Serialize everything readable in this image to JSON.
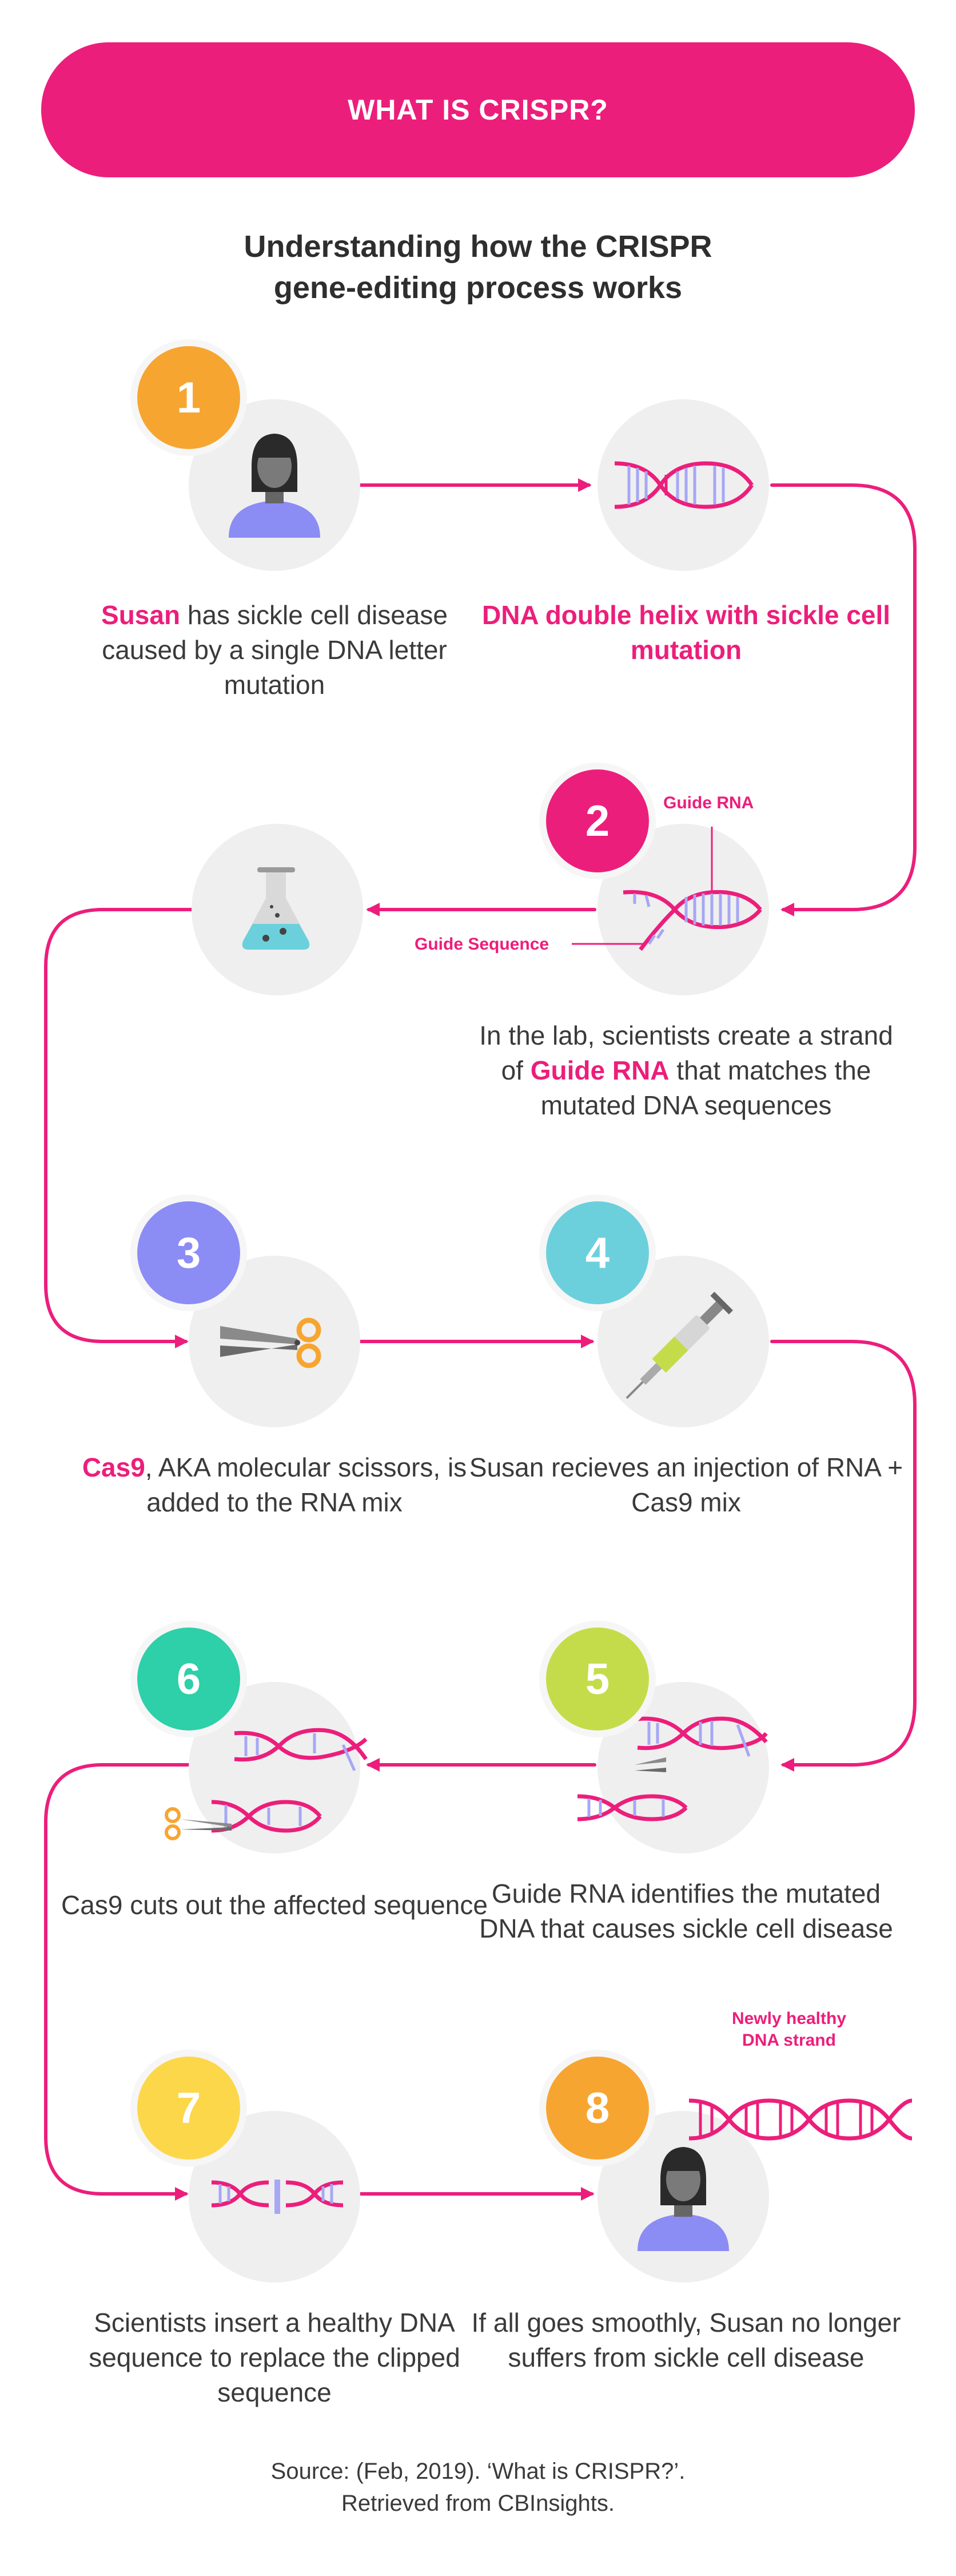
{
  "header": {
    "title": "WHAT IS CRISPR?",
    "subtitle_line1": "Understanding how the CRISPR",
    "subtitle_line2": "gene-editing process works"
  },
  "steps": [
    {
      "number": "1",
      "highlight": "Susan",
      "text": " has sickle cell disease caused by a single DNA letter mutation"
    },
    {
      "number": "",
      "highlight": "DNA double helix with sickle cell mutation",
      "text": ""
    },
    {
      "number": "2",
      "text_before": "In the lab, scientists create a strand of ",
      "highlight": "Guide RNA",
      "text_after": " that matches the mutated DNA sequences",
      "label_guide_rna": "Guide RNA",
      "label_guide_sequence": "Guide Sequence"
    },
    {
      "number": "3",
      "highlight": "Cas9",
      "text": ", AKA molecular scissors, is added to the RNA mix"
    },
    {
      "number": "4",
      "text": "Susan recieves an injection of RNA + Cas9 mix"
    },
    {
      "number": "5",
      "text": "Guide RNA identifies the mutated DNA that causes sickle cell disease"
    },
    {
      "number": "6",
      "text": "Cas9 cuts out the affected sequence"
    },
    {
      "number": "7",
      "text": "Scientists insert a healthy DNA sequence to replace the clipped sequence"
    },
    {
      "number": "8",
      "text": "If all goes smoothly, Susan no longer suffers from sickle cell disease",
      "label_new_dna_line1": "Newly healthy",
      "label_new_dna_line2": "DNA strand"
    }
  ],
  "source": {
    "line1": "Source: (Feb, 2019). ‘What is CRISPR?’.",
    "line2": "Retrieved from CBInsights."
  },
  "colors": {
    "pink": "#ec1e7b",
    "orange": "#f7a531",
    "purple": "#8c8cf5",
    "teal": "#6bd0dc",
    "lime": "#c5dc4a",
    "mint": "#2dd0a8",
    "yellow": "#fdd74a",
    "helix_blue": "#a6a7f5",
    "grey_circle": "#efefef"
  },
  "icons": [
    "person-icon",
    "dna-helix-icon",
    "flask-icon",
    "scissors-icon",
    "syringe-icon",
    "arrow-icon"
  ]
}
